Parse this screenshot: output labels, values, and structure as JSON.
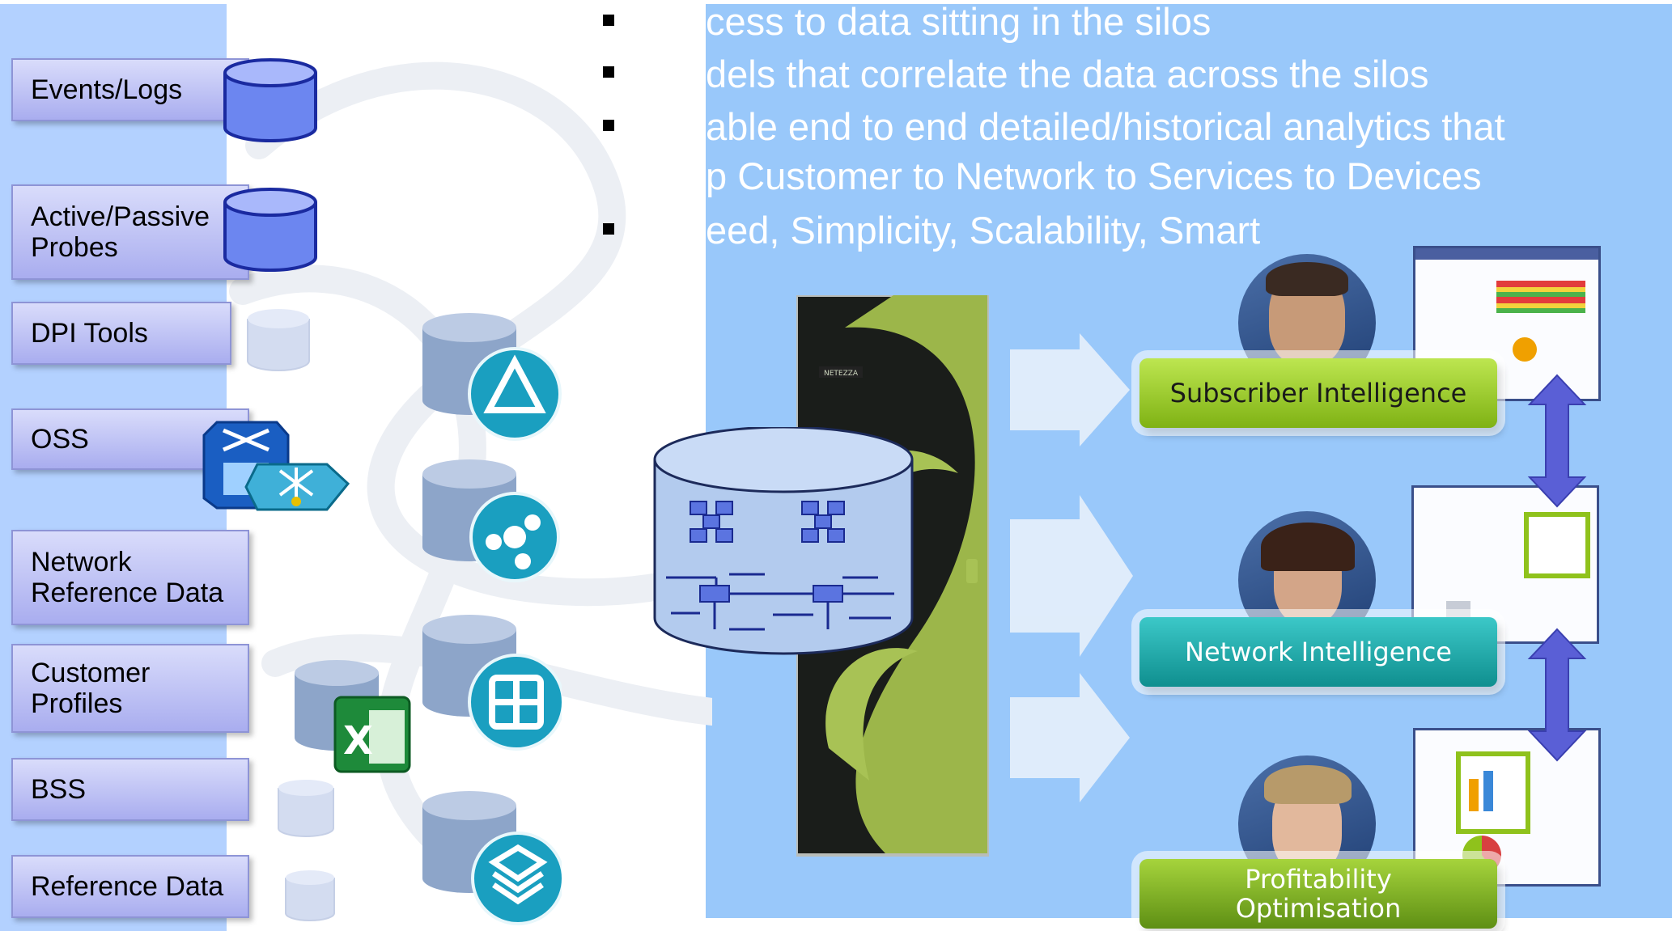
{
  "bullets": [
    "cess to data sitting in the silos",
    "dels that correlate the data across the silos",
    "able end to end detailed/historical analytics that",
    "p Customer to Network to Services to Devices",
    "eed, Simplicity, Scalability, Smart"
  ],
  "sources": [
    {
      "label": "Events/Logs"
    },
    {
      "label": "Active/Passive\nProbes"
    },
    {
      "label": "DPI Tools"
    },
    {
      "label": "OSS"
    },
    {
      "label": "Network\nReference Data"
    },
    {
      "label": "Customer\nProfiles"
    },
    {
      "label": "BSS"
    },
    {
      "label": "Reference Data"
    }
  ],
  "appliance_brand": "NETEZZA",
  "outputs": [
    {
      "label": "Subscriber Intelligence",
      "color": "#8fc21c"
    },
    {
      "label": "Network Intelligence",
      "color": "#149e9e"
    },
    {
      "label": "Profitability\nOptimisation",
      "color": "#78a91c"
    }
  ],
  "icons": {
    "ibm_app_icons": [
      "triangle-app-icon",
      "flower-app-icon",
      "grid-app-icon",
      "layers-app-icon"
    ],
    "oss_icon": "network-router-icon",
    "excel_icon": "excel-icon"
  },
  "colors": {
    "left_band": "#b3d1ff",
    "right_band": "#99c8fa",
    "source_box": "#b7baf2",
    "appliance": "#8aa83a",
    "cylinder": "#5b74e0"
  }
}
